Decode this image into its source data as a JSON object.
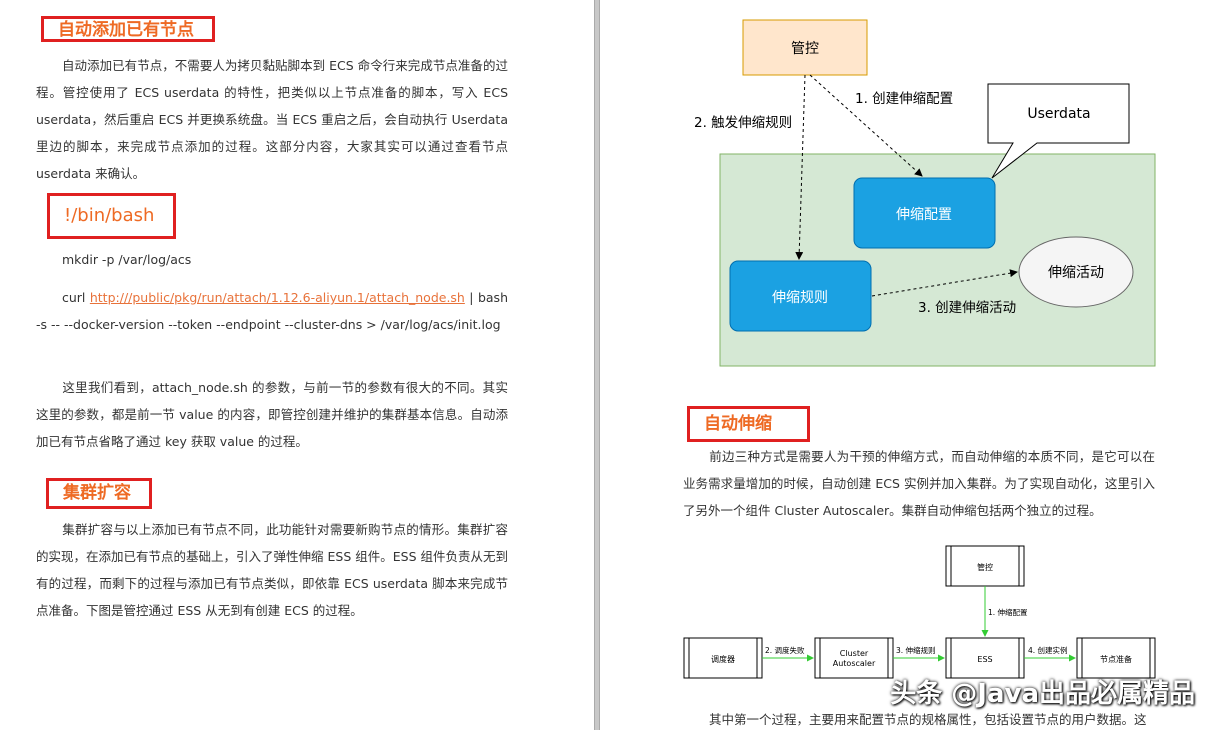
{
  "left": {
    "heading1": "自动添加已有节点",
    "para1": "自动添加已有节点，不需要人为拷贝黏贴脚本到 ECS 命令行来完成节点准备的过程。管控使用了 ECS userdata 的特性，把类似以上节点准备的脚本，写入 ECS userdata，然后重启 ECS 并更换系统盘。当 ECS 重启之后，会自动执行 Userdata 里边的脚本，来完成节点添加的过程。这部分内容，大家其实可以通过查看节点 userdata 来确认。",
    "heading2": "!/bin/bash",
    "code1": "mkdir -p /var/log/acs",
    "code2_prefix": "curl ",
    "code2_link": "http:///public/pkg/run/attach/1.12.6-aliyun.1/attach_node.sh",
    "code2_suffix": " | bash -s -- --docker-version --token --endpoint --cluster-dns > /var/log/acs/init.log",
    "para2": "这里我们看到，attach_node.sh 的参数，与前一节的参数有很大的不同。其实这里的参数，都是前一节 value 的内容，即管控创建并维护的集群基本信息。自动添加已有节点省略了通过 key 获取 value 的过程。",
    "heading3": "集群扩容",
    "para3": "集群扩容与以上添加已有节点不同，此功能针对需要新购节点的情形。集群扩容的实现，在添加已有节点的基础上，引入了弹性伸缩 ESS 组件。ESS 组件负责从无到有的过程，而剩下的过程与添加已有节点类似，即依靠 ECS userdata 脚本来完成节点准备。下图是管控通过 ESS 从无到有创建 ECS 的过程。"
  },
  "right": {
    "diagram1": {
      "control": "管控",
      "userdata": "Userdata",
      "scaling_config": "伸缩配置",
      "scaling_rule": "伸缩规则",
      "scaling_activity": "伸缩活动",
      "edge1": "1. 创建伸缩配置",
      "edge2": "2. 触发伸缩规则",
      "edge3": "3. 创建伸缩活动"
    },
    "heading4": "自动伸缩",
    "para4": "前边三种方式是需要人为干预的伸缩方式，而自动伸缩的本质不同，是它可以在业务需求量增加的时候，自动创建 ECS 实例并加入集群。为了实现自动化，这里引入了另外一个组件 Cluster Autoscaler。集群自动伸缩包括两个独立的过程。",
    "diagram2": {
      "control": "管控",
      "scheduler": "调度器",
      "autoscaler_line1": "Cluster",
      "autoscaler_line2": "Autoscaler",
      "ess": "ESS",
      "node_prep": "节点准备",
      "edge1": "1. 伸缩配置",
      "edge2": "2. 调度失败",
      "edge3": "3. 伸缩规则",
      "edge4": "4. 创建实例"
    },
    "para5": "其中第一个过程，主要用来配置节点的规格属性，包括设置节点的用户数据。这"
  },
  "watermark": "头条 @Java出品必属精品"
}
